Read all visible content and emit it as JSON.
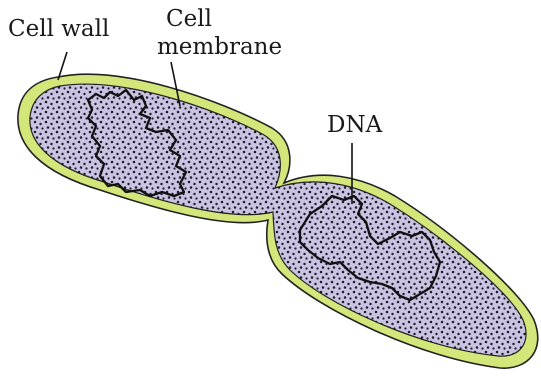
{
  "labels": {
    "cell_wall": "Cell wall",
    "cell_membrane_line1": "Cell",
    "cell_membrane_line2": "membrane",
    "dna": "DNA"
  },
  "colors": {
    "cell_wall": "#d3e67a",
    "cytoplasm": "#c9c2e1",
    "stipple": "#1c1a2a",
    "outline": "#111111"
  }
}
